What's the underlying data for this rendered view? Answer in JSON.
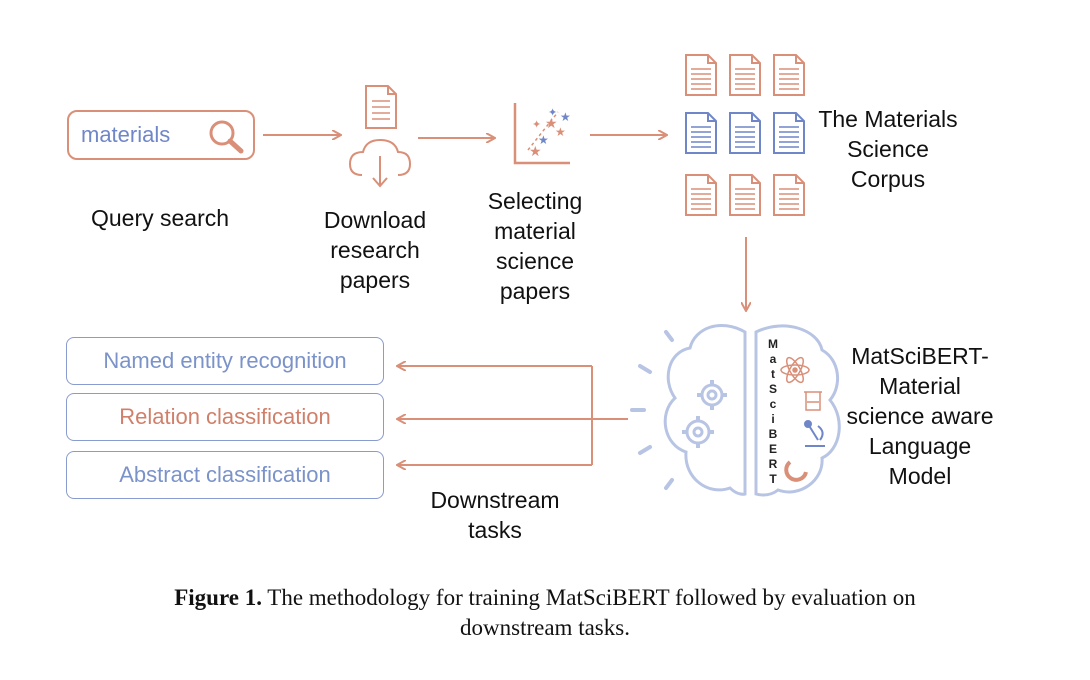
{
  "search": {
    "query": "materials"
  },
  "steps": {
    "query": "Query search",
    "download": "Download\nresearch\npapers",
    "selecting": "Selecting\nmaterial\nscience\npapers",
    "corpus": "The Materials\nScience\nCorpus"
  },
  "model": {
    "label": "MatSciBERT-\nMaterial\nscience aware\nLanguage\nModel",
    "letters": [
      "M",
      "a",
      "t",
      "S",
      "c",
      "i",
      "B",
      "E",
      "R",
      "T"
    ]
  },
  "downstream": {
    "label": "Downstream\ntasks",
    "tasks": [
      {
        "label": "Named entity recognition",
        "color": "#7b93c9"
      },
      {
        "label": "Relation classification",
        "color": "#d0806a"
      },
      {
        "label": "Abstract classification",
        "color": "#7b93c9"
      }
    ]
  },
  "caption": {
    "prefix": "Figure 1.",
    "text": " The methodology for training MatSciBERT followed by evaluation on\ndownstream tasks."
  },
  "colors": {
    "orange": "#d98f78",
    "blue": "#6f86c9",
    "arrow": "#d98f78",
    "box_border": "#8a9bcf"
  }
}
